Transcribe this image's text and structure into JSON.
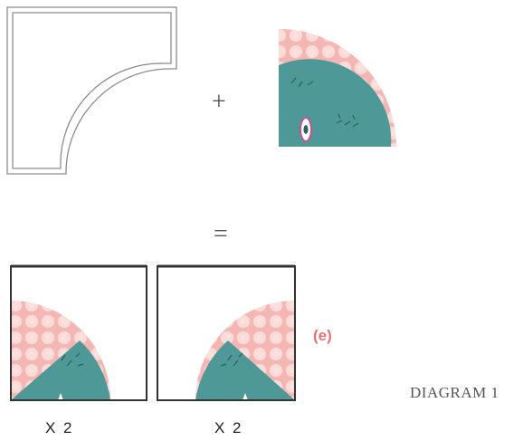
{
  "operators": {
    "plus": "+",
    "equals": "="
  },
  "labels": {
    "piece_marker": "(e)",
    "left_count": "X 2",
    "right_count": "X 2",
    "diagram_title": "DIAGRAM 1"
  },
  "colors": {
    "pink_fabric": "#f4b6b3",
    "pink_circle": "#fbe0dd",
    "teal_fabric": "#4e9897",
    "outline": "#8c8c8c",
    "block_border": "#333333",
    "label_accent": "#e57373"
  }
}
